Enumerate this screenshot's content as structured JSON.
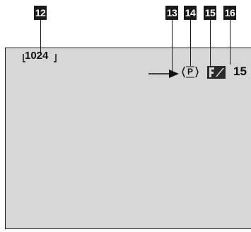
{
  "callouts": {
    "n12": "12",
    "n13": "13",
    "n14": "14",
    "n15": "15",
    "n16": "16"
  },
  "screen": {
    "image_size": "1024",
    "program_mode": "P",
    "flash_level": "15"
  },
  "colors": {
    "callout_bg": "#1a1a1a",
    "screen_bg": "#d7d7d7",
    "text": "#111111"
  },
  "icons": {
    "arrow": "right-arrow-icon",
    "program": "program-p-icon",
    "flash": "flash-icon"
  }
}
